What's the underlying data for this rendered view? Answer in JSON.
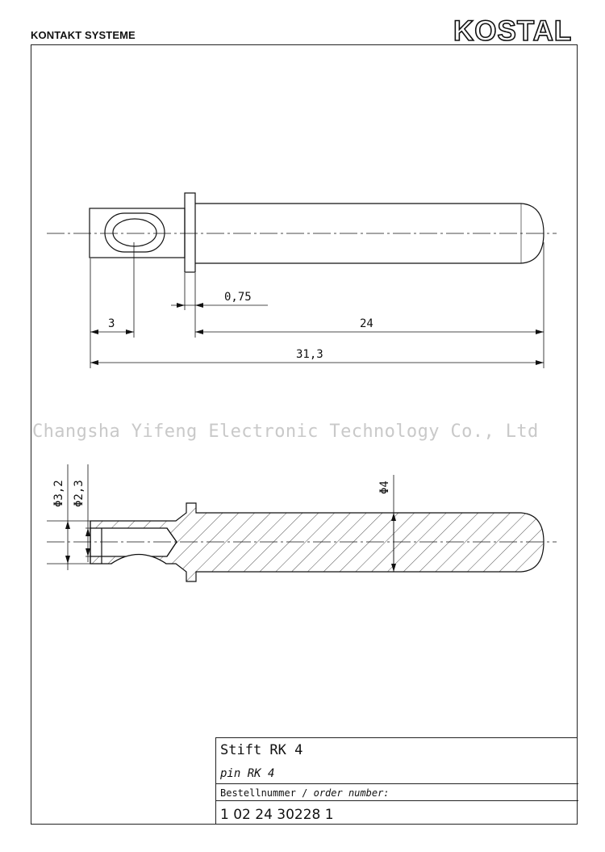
{
  "header": {
    "company_line": "KONTAKT SYSTEME",
    "logo_text": "KOSTAL"
  },
  "watermark": "Changsha Yifeng Electronic Technology Co., Ltd",
  "top_view": {
    "dimensions": {
      "collar_thickness": "0,75",
      "eye_offset": "3",
      "pin_length": "24",
      "overall_length": "31,3"
    }
  },
  "section_view": {
    "dimensions": {
      "outer_bore_diameter": "Φ3,2",
      "inner_bore_diameter": "Φ2,3",
      "pin_diameter": "Φ4"
    }
  },
  "title_block": {
    "name_de": "Stift RK 4",
    "name_en": "pin RK 4",
    "order_label_de": "Bestellnummer / ",
    "order_label_en": "order number:",
    "order_number": "1 02 24 30228 1"
  },
  "colors": {
    "line": "#111111",
    "watermark": "#c9c9c9",
    "background": "#ffffff"
  }
}
